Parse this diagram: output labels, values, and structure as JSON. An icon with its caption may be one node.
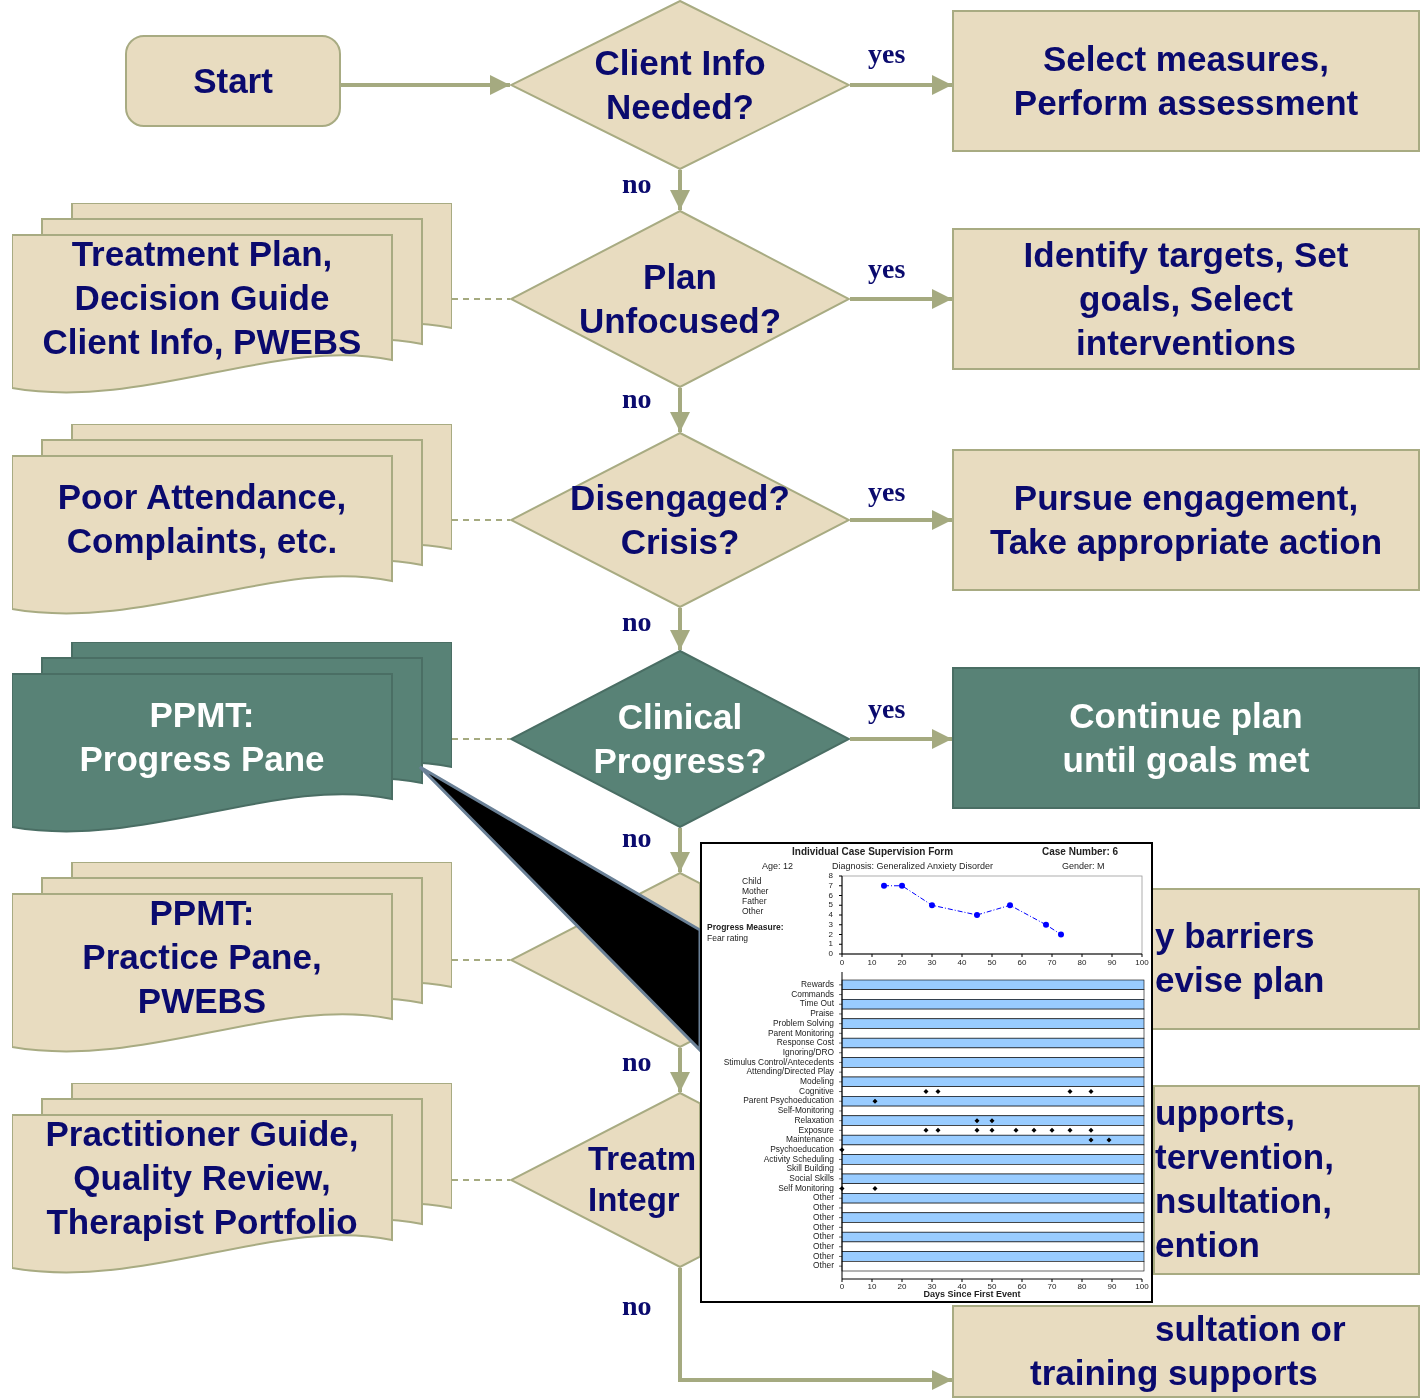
{
  "diagram": {
    "nodes": [
      {
        "text": [
          "Start"
        ]
      },
      {
        "text": [
          "Client Info Needed?"
        ]
      },
      {
        "text": [
          "Select measures, Perform assessment"
        ]
      },
      {
        "text": [
          "Plan Unfocused?"
        ]
      },
      {
        "text": [
          "Identify targets, Set goals, Select interventions"
        ]
      },
      {
        "text": [
          "Treatment Plan, Decision Guide Client Info, PWEBS"
        ]
      },
      {
        "text": [
          "Disengaged? Crisis?"
        ]
      },
      {
        "text": [
          "Pursue engagement, Take appropriate action"
        ]
      },
      {
        "text": [
          "Poor Attendance, Complaints, etc."
        ]
      },
      {
        "text": [
          "Clinical Progress?"
        ]
      },
      {
        "text": [
          "Continue plan until goals met"
        ]
      },
      {
        "text": [
          "PPMT: Progress Pane"
        ]
      },
      {
        "text": [],
        "shape": "diamond"
      },
      {
        "text": [
          "y barriers evise plan"
        ]
      },
      {
        "text": [
          "PPMT: Practice Pane, PWEBS"
        ]
      },
      {
        "text": [
          "Treatm Integr"
        ]
      },
      {
        "text": [
          "upports, tervention, nsultation, ention"
        ]
      },
      {
        "text": [
          "Practitioner Guide, Quality Review, Therapist Portfolio"
        ]
      },
      {
        "text": [
          "sultation or training supports"
        ]
      },
      {
        "text": [
          "Individual Case Supervision Form",
          "Case Number: 6",
          "Age: 12",
          "Diagnosis: Generalized Anxiety Disorder",
          "Gender: M",
          "Child",
          "Mother",
          "Father",
          "Other",
          "Progress Measure:",
          "Fear rating",
          "Rewards",
          "Commands",
          "Time Out",
          "Praise",
          "Problem Solving",
          "Parent Monitoring",
          "Response Cost",
          "Ignoring/DRO",
          "Stimulus Control/Antecedents",
          "Attending/Directed Play",
          "Modeling",
          "Cognitive",
          "Parent Psychoeducation",
          "Self-Monitoring",
          "Relaxation",
          "Exposure",
          "Maintenance",
          "Psychoeducation",
          "Activity Scheduling",
          "Skill Building",
          "Social Skills",
          "Self Monitoring",
          "Other",
          "Other",
          "Other",
          "Other",
          "Other",
          "Other",
          "Other",
          "Other",
          "Days Since First Event"
        ]
      }
    ],
    "edges": [
      {
        "from": 0,
        "to": 1,
        "arrow": "to"
      },
      {
        "from": 1,
        "to": 2,
        "arrow": "to",
        "label": "yes"
      },
      {
        "from": 1,
        "to": 3,
        "arrow": "to",
        "label": "no"
      },
      {
        "from": 3,
        "to": 4,
        "arrow": "to",
        "label": "yes"
      },
      {
        "from": 3,
        "to": 6,
        "arrow": "to",
        "label": "no"
      },
      {
        "from": 6,
        "to": 7,
        "arrow": "to",
        "label": "yes"
      },
      {
        "from": 6,
        "to": 9,
        "arrow": "to",
        "label": "no"
      },
      {
        "from": 9,
        "to": 10,
        "arrow": "to",
        "label": "yes"
      },
      {
        "from": 9,
        "to": 12,
        "arrow": "to",
        "label": "no"
      },
      {
        "from": 12,
        "to": 15,
        "arrow": "to",
        "label": "no"
      },
      {
        "from": 15,
        "to": 18,
        "arrow": "to",
        "label": "no"
      },
      {
        "from": 5,
        "to": 3,
        "arrow": "none",
        "style": "dashed"
      },
      {
        "from": 8,
        "to": 6,
        "arrow": "none",
        "style": "dashed"
      },
      {
        "from": 11,
        "to": 9,
        "arrow": "none",
        "style": "dashed"
      },
      {
        "from": 14,
        "to": 12,
        "arrow": "none",
        "style": "dashed"
      },
      {
        "from": 17,
        "to": 15,
        "arrow": "none",
        "style": "dashed"
      },
      {
        "from": 11,
        "to": 19,
        "arrow": "none",
        "style": "thick",
        "color": "#000000"
      }
    ],
    "labels": [
      "0",
      "10",
      "20",
      "30",
      "40",
      "50",
      "60",
      "70",
      "80",
      "90",
      "100"
    ],
    "chart_data": {
      "type": "line",
      "x": [
        14,
        20,
        30,
        45,
        56,
        68,
        73
      ],
      "series": [
        {
          "color": "#0000ff",
          "line_style": "dashed",
          "marker": "circle",
          "values": [
            7,
            7,
            5,
            4,
            5,
            3,
            2
          ]
        }
      ],
      "xlim": [
        0,
        100
      ],
      "ylim": [
        0,
        8
      ],
      "xticks": [
        0,
        10,
        20,
        30,
        40,
        50,
        60,
        70,
        80,
        90,
        100
      ],
      "yticks": [
        0,
        1,
        2,
        3,
        4,
        5,
        6,
        7,
        8
      ]
    }
  }
}
